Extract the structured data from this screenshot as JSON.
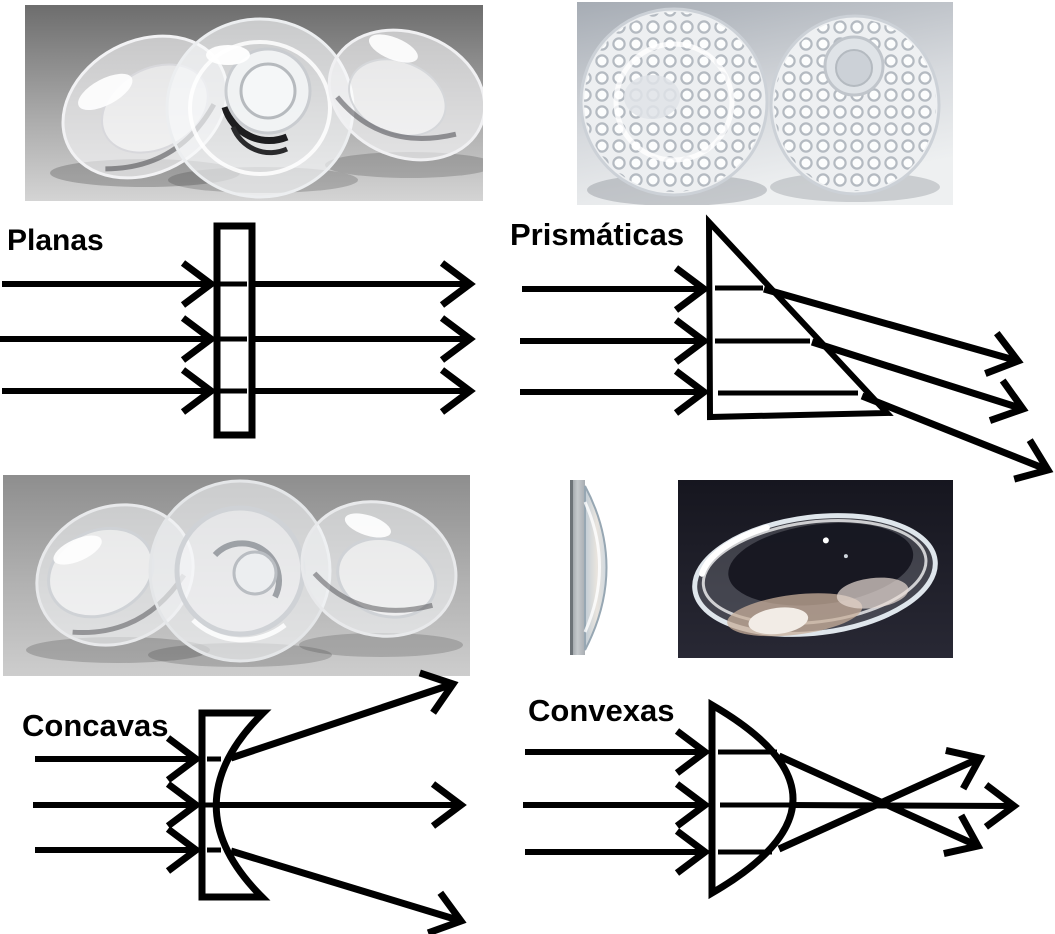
{
  "figure": {
    "background": "#ffffff",
    "ink_color": "#000000",
    "subject": "Types of lenses with light-ray diagrams"
  },
  "sections": [
    {
      "id": "planas",
      "label": "Planas",
      "diagram": {
        "lens_shape": "flat-slab",
        "rays_in": 3,
        "rays_out": 3,
        "behavior": "parallel rays pass straight through undeviated"
      }
    },
    {
      "id": "prismaticas",
      "label": "Prismáticas",
      "diagram": {
        "lens_shape": "right-triangle-prism",
        "rays_in": 3,
        "rays_out": 3,
        "behavior": "rays are deflected downward at the prism hypotenuse"
      }
    },
    {
      "id": "concavas",
      "label": "Concavas",
      "diagram": {
        "lens_shape": "plano-concave",
        "rays_in": 3,
        "rays_out": 3,
        "behavior": "rays diverge after the concave surface"
      }
    },
    {
      "id": "convexas",
      "label": "Convexas",
      "diagram": {
        "lens_shape": "plano-convex",
        "rays_in": 3,
        "rays_out": 3,
        "behavior": "rays converge and cross at a focal point"
      }
    }
  ],
  "photos": [
    {
      "id": "photo-planas",
      "description": "three clear conical LED lenses on gray gradient background"
    },
    {
      "id": "photo-prismaticas",
      "description": "two clear faceted dimpled lenses on light gray background"
    },
    {
      "id": "photo-concavas",
      "description": "three clear concave reflector lenses on gray gradient background"
    },
    {
      "id": "photo-lens-profile",
      "description": "side profile of a plano-convex lens, flat dark edge at left"
    },
    {
      "id": "photo-convexas",
      "description": "clear plano-convex lens dish on dark background"
    }
  ]
}
